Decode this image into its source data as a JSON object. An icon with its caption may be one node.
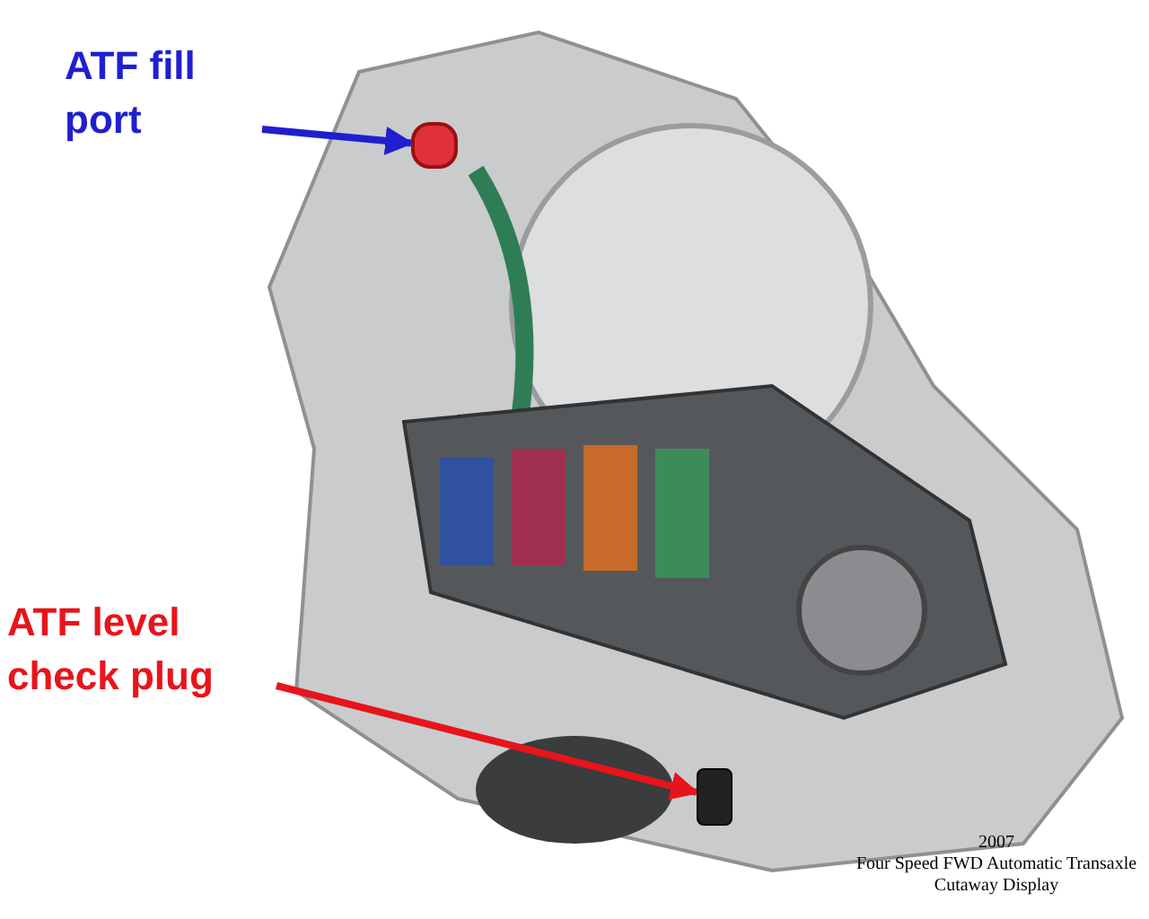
{
  "diagram": {
    "nodes": [
      {
        "text": [
          "ATF fill port"
        ]
      },
      {
        "text": [],
        "shape": "cylinder"
      },
      {
        "text": [
          "ATF level check plug"
        ]
      },
      {
        "text": [],
        "shape": "box"
      }
    ],
    "edges": [
      {
        "from": 0,
        "to": 1,
        "arrow": "to",
        "color": "#1f1fd0"
      },
      {
        "from": 2,
        "to": 3,
        "arrow": "to",
        "color": "#e8141b"
      }
    ],
    "labels": [
      "2007",
      "Four Speed FWD Automatic Transaxle",
      "Cutaway Display"
    ]
  }
}
